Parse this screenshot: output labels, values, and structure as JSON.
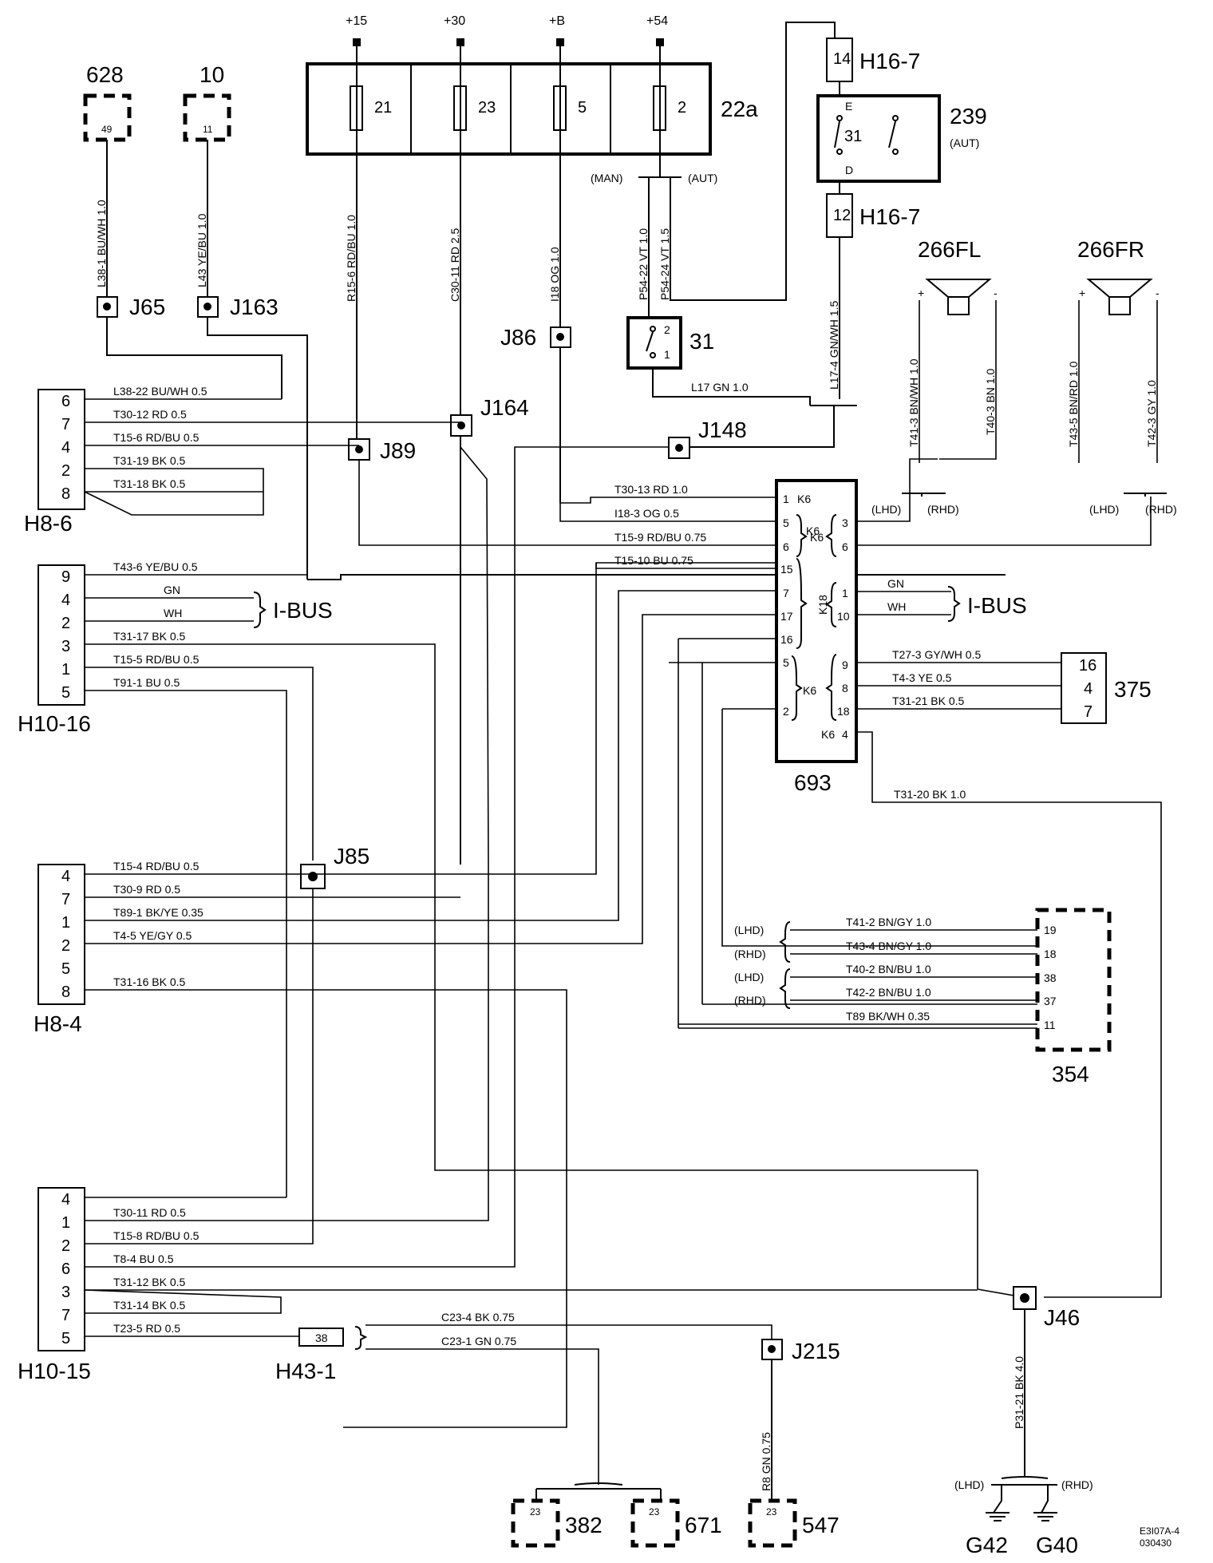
{
  "power": {
    "p15": "+15",
    "p30": "+30",
    "pB": "+B",
    "p54": "+54"
  },
  "fusebox": {
    "name": "22a",
    "fuses": [
      "21",
      "23",
      "5",
      "2"
    ]
  },
  "h16_top": {
    "name": "H16-7",
    "pin": "14"
  },
  "h16_bot": {
    "name": "H16-7",
    "pin": "12"
  },
  "sw239": {
    "name": "239",
    "sub": "(AUT)",
    "pin_e": "E",
    "pin_31": "31",
    "pin_d": "D"
  },
  "man_aut": {
    "man": "(MAN)",
    "aut": "(AUT)"
  },
  "c628": {
    "name": "628",
    "pin": "49"
  },
  "c10": {
    "name": "10",
    "pin": "11"
  },
  "spk_fl": "266FL",
  "spk_fr": "266FR",
  "wires_vertical": {
    "l381": "L38-1  BU/WH  1.0",
    "l43": "L43  YE/BU  1.0",
    "r156": "R15-6  RD/BU  1.0",
    "c3011": "C30-11  RD  2.5",
    "i18": "I18  OG  1.0",
    "p5422": "P54-22  VT  1.0",
    "p5424": "P54-24  VT  1.5",
    "l174": "L17-4  GN/WH  1.5",
    "t413": "T41-3  BN/WH  1.0",
    "t403": "T40-3  BN  1.0",
    "t435": "T43-5  BN/RD  1.0",
    "t423": "T42-3  GY  1.0",
    "r8": "R8  GN  0.75",
    "p3121": "P31-21  BK  4.0"
  },
  "junctions": {
    "j65": "J65",
    "j163": "J163",
    "j86": "J86",
    "j164": "J164",
    "j89": "J89",
    "j148": "J148",
    "j85": "J85",
    "j46": "J46",
    "j215": "J215",
    "sw31": "31"
  },
  "l17": "L17  GN  1.0",
  "h86": {
    "name": "H8-6",
    "pins": [
      "6",
      "7",
      "4",
      "2",
      "8"
    ],
    "wires": [
      "L38-22  BU/WH  0.5",
      "T30-12  RD  0.5",
      "T15-6  RD/BU  0.5",
      "T31-19  BK  0.5",
      "T31-18  BK  0.5"
    ]
  },
  "h1016": {
    "name": "H10-16",
    "pins": [
      "9",
      "4",
      "2",
      "3",
      "1",
      "5"
    ],
    "wires": [
      "T43-6  YE/BU  0.5",
      "GN",
      "WH",
      "T31-17  BK  0.5",
      "T15-5  RD/BU  0.5",
      "T91-1  BU  0.5"
    ],
    "ibus": "I-BUS"
  },
  "h84": {
    "name": "H8-4",
    "pins": [
      "4",
      "7",
      "1",
      "2",
      "5",
      "8"
    ],
    "wires": [
      "T15-4  RD/BU  0.5",
      "T30-9  RD  0.5",
      "T89-1  BK/YE  0.35",
      "T4-5  YE/GY  0.5",
      "",
      "T31-16  BK  0.5"
    ]
  },
  "h1015": {
    "name": "H10-15",
    "pins": [
      "4",
      "1",
      "2",
      "6",
      "3",
      "7",
      "5"
    ],
    "wires": [
      "",
      "T30-11  RD  0.5",
      "T15-8  RD/BU  0.5",
      "T8-4  BU  0.5",
      "T31-12  BK  0.5",
      "T31-14  BK  0.5",
      "T23-5  RD  0.5"
    ]
  },
  "h431": {
    "name": "H43-1",
    "pin": "38"
  },
  "c23": [
    "C23-4  BK  0.75",
    "C23-1  GN  0.75"
  ],
  "m693": {
    "name": "693",
    "left_pins": [
      "1",
      "5",
      "6",
      "15",
      "7",
      "17",
      "16",
      "5",
      "2"
    ],
    "left_wires": [
      "T30-13  RD  1.0",
      "I18-3  OG  0.5",
      "T15-9  RD/BU  0.75",
      "T15-10  BU  0.75"
    ],
    "k6": "K6",
    "k18": "K18",
    "right_pins": [
      "3",
      "6",
      "1",
      "10",
      "9",
      "8",
      "18",
      "4"
    ],
    "right_wires": [
      "GN",
      "WH",
      "T27-3  GY/WH  0.5",
      "T4-3  YE  0.5",
      "T31-21  BK  0.5",
      "T31-20  BK  1.0"
    ],
    "ibus": "I-BUS"
  },
  "lhd": "(LHD)",
  "rhd": "(RHD)",
  "c375": {
    "name": "375",
    "pins": [
      "16",
      "4",
      "7"
    ]
  },
  "c354": {
    "name": "354",
    "pins": [
      "19",
      "18",
      "38",
      "37",
      "11"
    ],
    "wires": [
      "T41-2  BN/GY  1.0",
      "T43-4  BN/GY  1.0",
      "T40-2  BN/BU  1.0",
      "T42-2  BN/BU  1.0",
      "T89  BK/WH  0.35"
    ]
  },
  "c382": {
    "name": "382",
    "pin": "23"
  },
  "c671": {
    "name": "671",
    "pin": "23"
  },
  "c547": {
    "name": "547",
    "pin": "23"
  },
  "g42": "G42",
  "g40": "G40",
  "ref": [
    "E3I07A-4",
    "030430"
  ]
}
